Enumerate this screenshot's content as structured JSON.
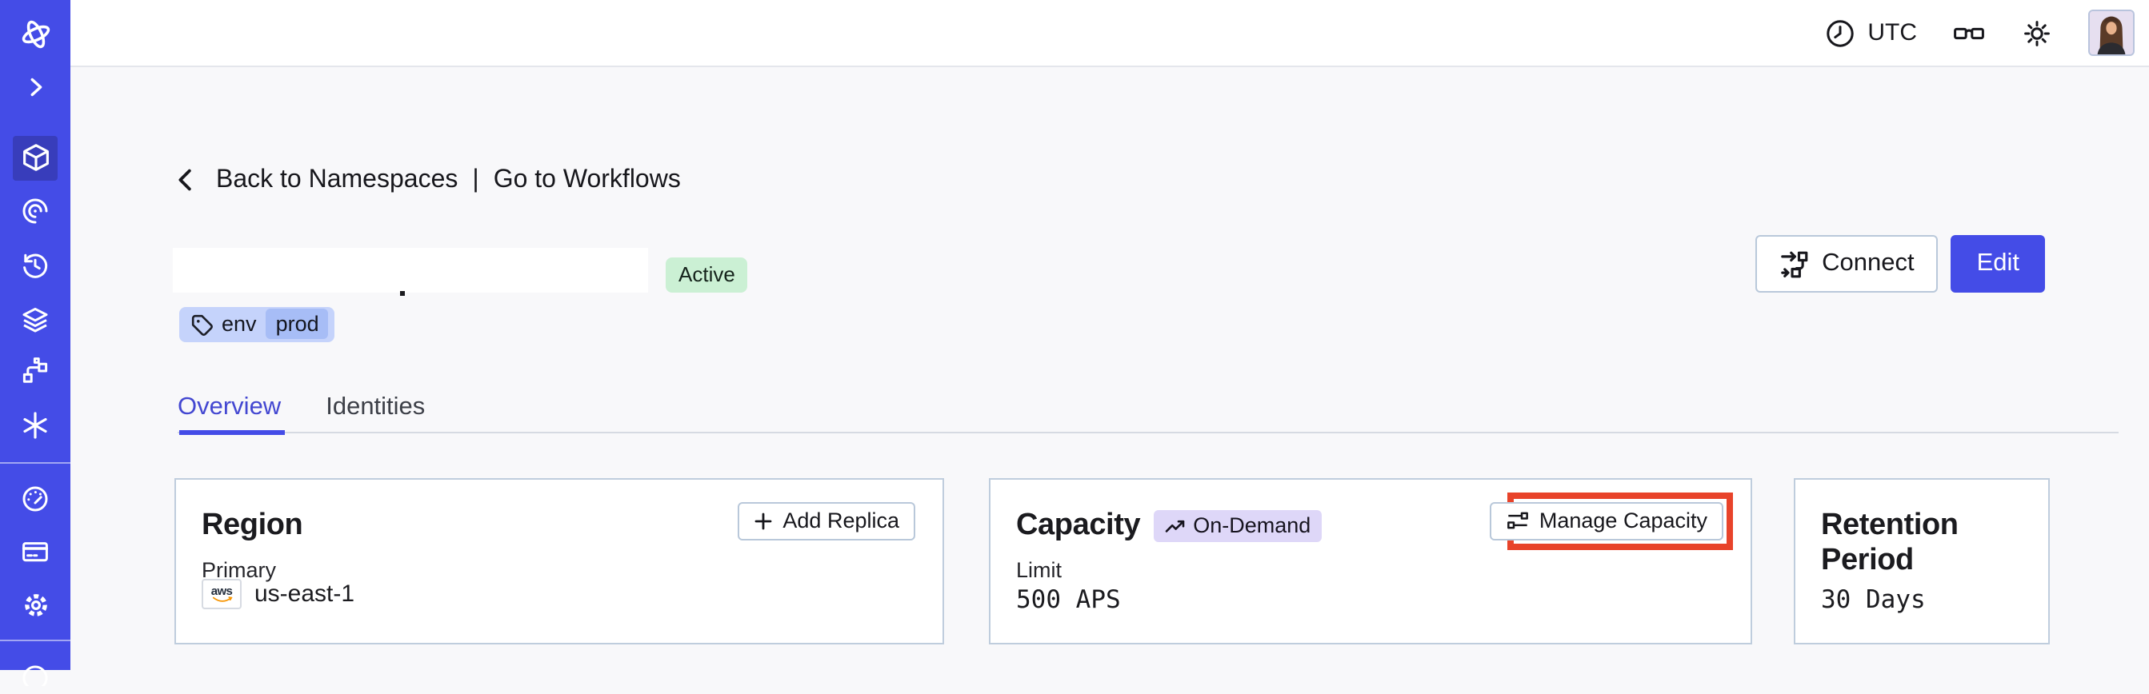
{
  "topbar": {
    "timezone": "UTC"
  },
  "sidebar": {
    "items": [
      {
        "icon": "temporal-logo"
      },
      {
        "icon": "expand-chevron"
      },
      {
        "icon": "namespaces-cube",
        "active": true
      },
      {
        "icon": "workflows-spiral"
      },
      {
        "icon": "schedules-clock"
      },
      {
        "icon": "deployments-layers"
      },
      {
        "icon": "batch-operations"
      },
      {
        "icon": "nexus-asterisk"
      },
      {
        "icon": "usage-gauge"
      },
      {
        "icon": "billing-card"
      },
      {
        "icon": "settings-gear"
      },
      {
        "icon": "support-circle-partial"
      }
    ]
  },
  "breadcrumb": {
    "back": "Back to Namespaces",
    "separator": "|",
    "forward": "Go to Workflows"
  },
  "namespace": {
    "status": "Active",
    "tag": {
      "key": "env",
      "value": "prod"
    }
  },
  "actions": {
    "connect": "Connect",
    "edit": "Edit"
  },
  "tabs": {
    "overview": {
      "label": "Overview",
      "active": true
    },
    "identities": {
      "label": "Identities",
      "active": false
    }
  },
  "cards": {
    "region": {
      "title": "Region",
      "add_replica": "Add Replica",
      "label": "Primary",
      "provider": "aws",
      "value": "us-east-1"
    },
    "capacity": {
      "title": "Capacity",
      "badge": "On-Demand",
      "manage": "Manage Capacity",
      "label": "Limit",
      "value": "500 APS"
    },
    "retention": {
      "title": "Retention Period",
      "value": "30 Days"
    }
  },
  "colors": {
    "sidebar": "#444ce7",
    "sidebar_active": "#383dbb",
    "accent": "#444ce7",
    "status_badge_bg": "#cbf0d4",
    "tag_bg": "#c5d3fb",
    "tag_chip_bg": "#a7bdf6",
    "ondemand_bg": "#ded7f8",
    "highlight_border": "#e8432a",
    "card_border": "#bfcddd",
    "content_bg": "#f8f8fa"
  }
}
